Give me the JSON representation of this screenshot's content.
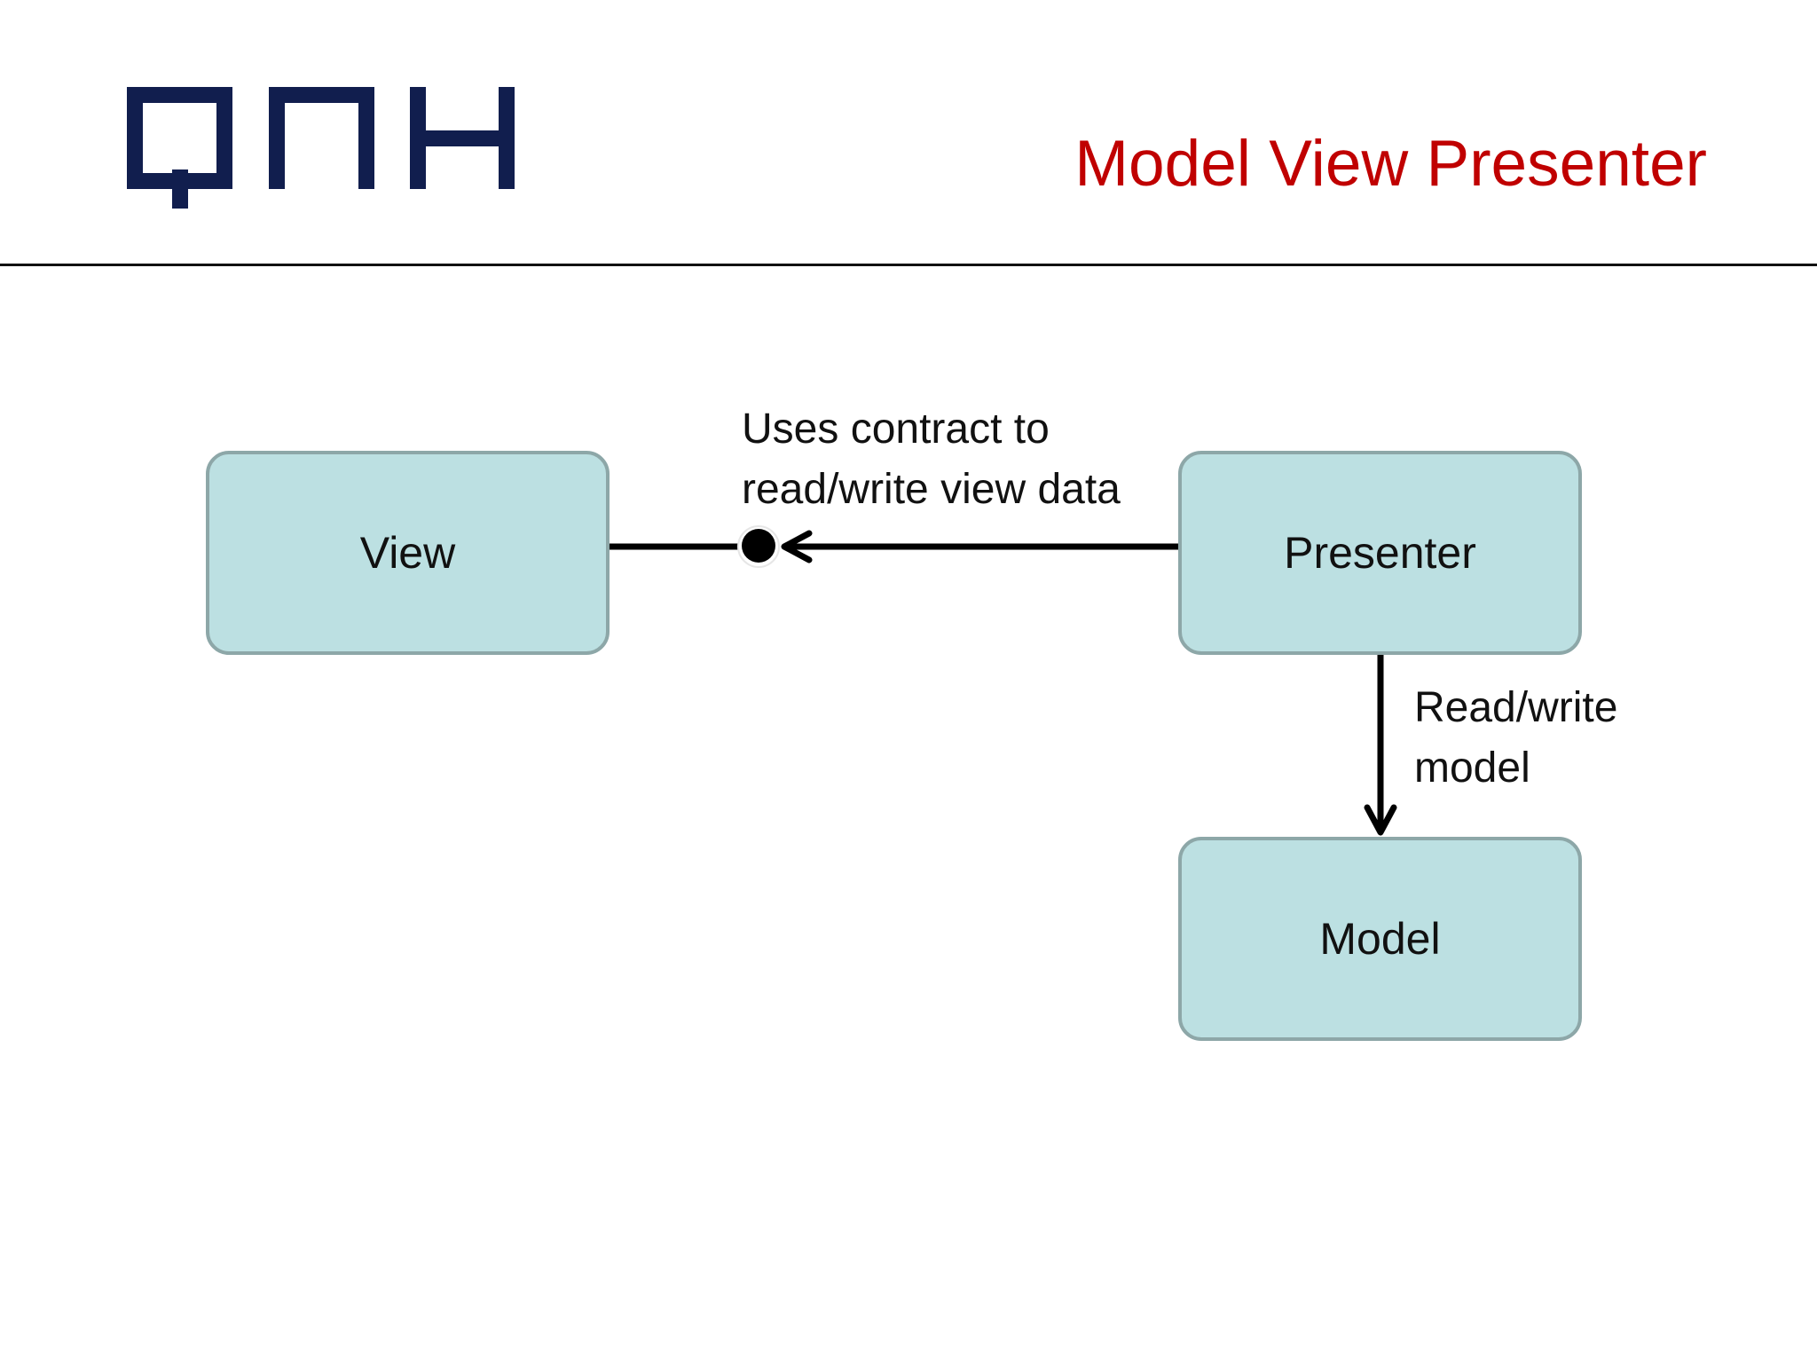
{
  "slide": {
    "title": "Model View Presenter",
    "logo_text": "QNH",
    "logo_color": "#111E4E",
    "title_color": "#C00000"
  },
  "diagram": {
    "nodes": {
      "view": "View",
      "presenter": "Presenter",
      "model": "Model"
    },
    "edges": {
      "presenter_to_view": {
        "line1": "Uses contract to",
        "line2": "read/write view data"
      },
      "presenter_to_model": {
        "line1": "Read/write",
        "line2": "model"
      }
    },
    "node_fill": "#BCE0E2",
    "node_border": "#8DA7A8"
  }
}
